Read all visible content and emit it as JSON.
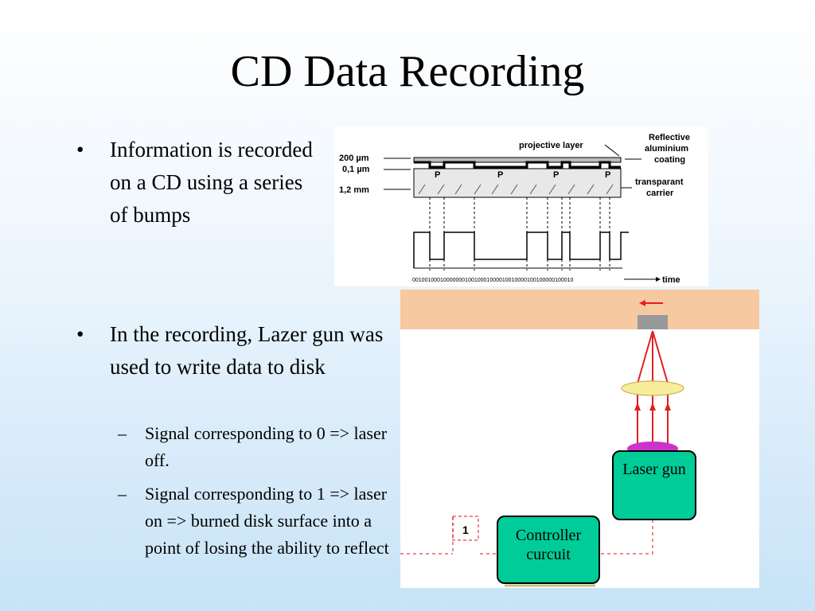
{
  "slide": {
    "title": "CD Data Recording",
    "bullets": [
      {
        "bullet": "•",
        "text": "Information is recorded on a CD using a series of bumps"
      },
      {
        "bullet": "•",
        "text": "In the recording, Lazer gun was used to write data to disk",
        "subbullets": [
          {
            "dash": "–",
            "text": "Signal corresponding to 0 => laser off."
          },
          {
            "dash": "–",
            "text": "Signal corresponding to 1 => laser on => burned disk surface into a point of losing the ability to reflect"
          }
        ]
      }
    ]
  },
  "diagram_cd": {
    "label_200": "200 µm",
    "label_01": "0,1 µm",
    "label_12": "1,2 mm",
    "label_protective": "projective layer",
    "label_reflective": [
      "Reflective",
      "aluminium",
      "coating"
    ],
    "label_transparent": [
      "transparant",
      "carrier"
    ],
    "pit_label": "P",
    "bit_string": "0010010001000000010010001000010010000100100000100010",
    "label_time": "time"
  },
  "diagram_laser": {
    "laser_label": "Laser gun",
    "controller_label": "Controller curcuit",
    "signal_label": "1"
  },
  "colors": {
    "laser_box": "#00cc99",
    "disk_band": "#f7c9a0",
    "beam": "#e02020",
    "lens": "#f6ee9a",
    "emitter": "#cc33cc"
  }
}
